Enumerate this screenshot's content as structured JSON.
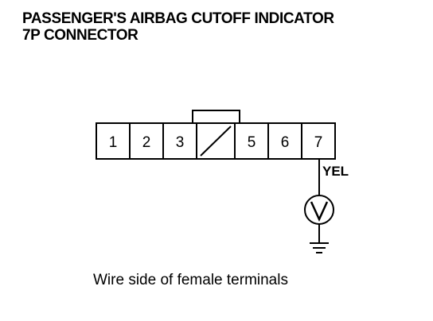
{
  "title": {
    "line1": "PASSENGER'S AIRBAG CUTOFF INDICATOR",
    "line2": "7P CONNECTOR"
  },
  "connector": {
    "pins": [
      "1",
      "2",
      "3",
      "",
      "5",
      "6",
      "7"
    ]
  },
  "wire": {
    "color_label": "YEL"
  },
  "caption": "Wire side of female terminals"
}
